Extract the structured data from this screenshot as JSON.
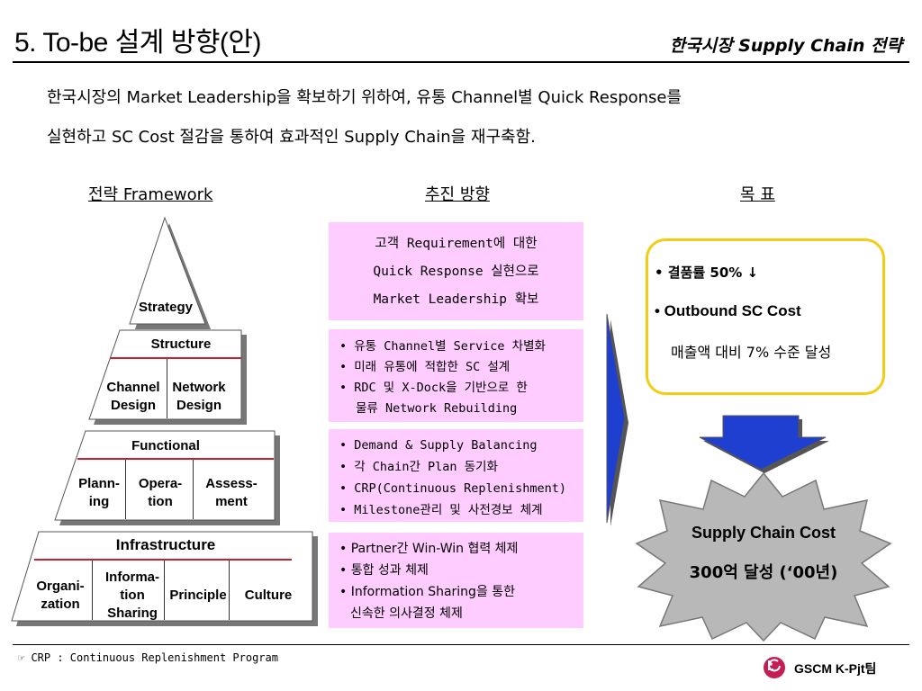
{
  "header": {
    "title": "5. To-be 설계 방향(안)",
    "subtitle": "한국시장 Supply Chain 전략"
  },
  "intro": {
    "line1": "한국시장의 Market Leadership을 확보하기 위하여, 유통 Channel별 Quick Response를",
    "line2": "실현하고 SC Cost 절감을 통하여 효과적인 Supply Chain을 재구축함."
  },
  "columns": {
    "framework": "전략 Framework",
    "direction": "추진 방향",
    "goal": "목 표"
  },
  "pyramid": {
    "strategy": "Strategy",
    "structure": {
      "title": "Structure",
      "items": [
        "Channel Design",
        "Network Design"
      ]
    },
    "functional": {
      "title": "Functional",
      "items": [
        "Plann-ing",
        "Opera-tion",
        "Assess-ment"
      ]
    },
    "infrastructure": {
      "title": "Infrastructure",
      "items": [
        "Organi-zation",
        "Informa-tion Sharing",
        "Principle",
        "Culture"
      ]
    }
  },
  "direction": {
    "box1": [
      "고객 Requirement에 대한",
      "Quick Response 실현으로",
      "Market Leadership 확보"
    ],
    "box2": [
      "• 유통 Channel별 Service 차별화",
      "• 미래 유통에 적합한 SC 설계",
      "• RDC 및 X-Dock을 기반으로 한",
      "물류 Network Rebuilding"
    ],
    "box3": [
      "• Demand & Supply Balancing",
      "• 각 Chain간 Plan 동기화",
      "• CRP(Continuous Replenishment)",
      "• Milestone관리 및 사전경보 체계"
    ],
    "box4": [
      "• Partner간 Win-Win 협력 체제",
      "• 통합 성과 체제",
      "• Information Sharing을 통한",
      "신속한 의사결정 체제"
    ]
  },
  "goal": {
    "line1": "• 결품률  50% ↓",
    "line2": "• Outbound SC Cost",
    "line3": "매출액 대비 7% 수준 달성",
    "burst_line1": "Supply Chain Cost",
    "burst_line2": "300억 달성 (‘00년)"
  },
  "footer": {
    "note": "☞ CRP : Continuous Replenishment Program",
    "brand": "GSCM K-Pjt팀",
    "logo_icon": "lg-logo-icon"
  },
  "colors": {
    "pink": "#ffccff",
    "red_line": "#c8202e",
    "goal_border": "#f5cc14",
    "arrow_blue": "#1f3fd1"
  }
}
